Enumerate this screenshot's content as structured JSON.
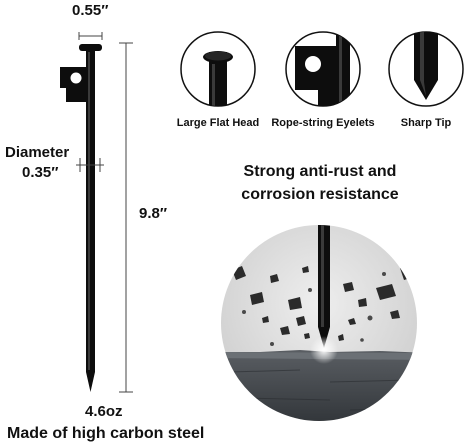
{
  "dimensions": {
    "head_width": "0.55″",
    "diameter_label": "Diameter",
    "diameter_value": "0.35″",
    "length": "9.8″",
    "weight": "4.6oz"
  },
  "material": "Made of high carbon steel",
  "feature_headline": {
    "line1": "Strong anti-rust and",
    "line2": "corrosion resistance"
  },
  "details": [
    {
      "label": "Large Flat Head",
      "icon": "flat-head-icon"
    },
    {
      "label": "Rope-string Eyelets",
      "icon": "eyelet-icon"
    },
    {
      "label": "Sharp Tip",
      "icon": "sharp-tip-icon"
    }
  ],
  "colors": {
    "stake": "#0d0d0d",
    "dimension_line": "#444444",
    "rock_surface": "#3f4348",
    "circle_background": "#d6d6d6"
  }
}
